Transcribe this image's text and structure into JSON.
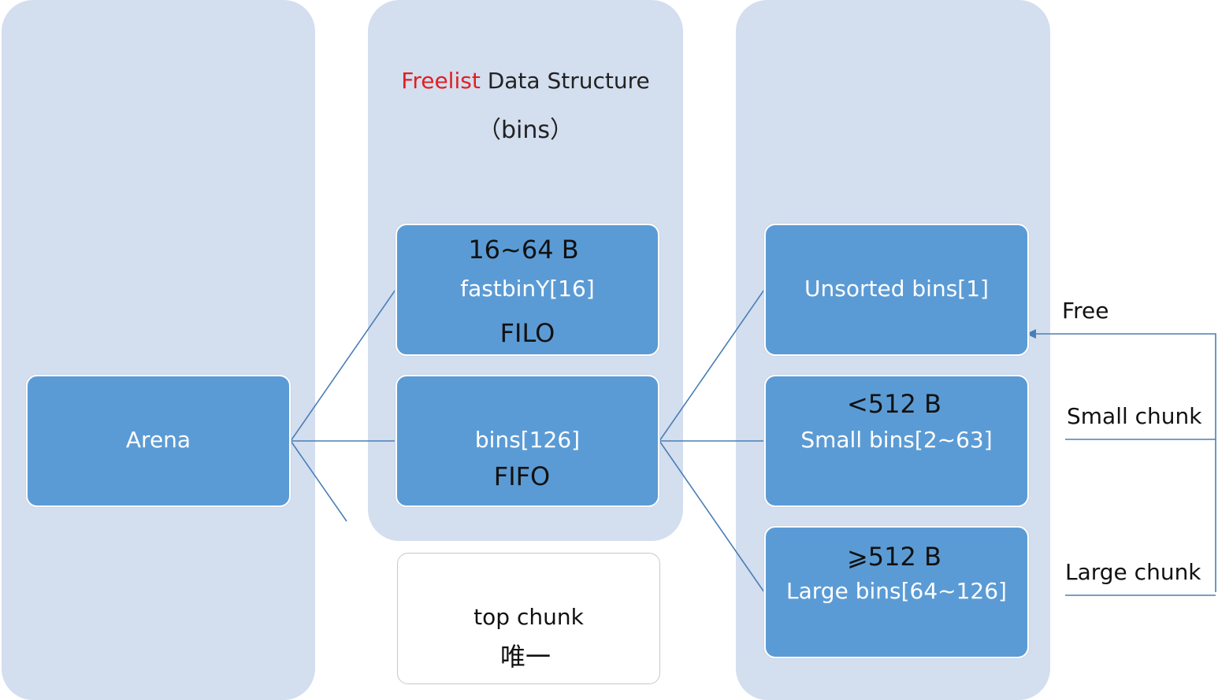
{
  "diagram": {
    "title": {
      "highlight": "Freelist",
      "rest": " Data Structure",
      "sub": "（bins）"
    },
    "arena": {
      "label": "Arena"
    },
    "fastbin": {
      "size": "16~64 B",
      "name": "fastbinY[16]",
      "order": "FILO"
    },
    "bins": {
      "name": "bins[126]",
      "order": "FIFO"
    },
    "top_chunk": {
      "label": "top chunk",
      "note": "唯一"
    },
    "unsorted": {
      "name": "Unsorted bins[1]"
    },
    "small": {
      "size": "<512 B",
      "name": "Small bins[2~63]"
    },
    "large": {
      "size": "⩾512 B",
      "name": "Large bins[64~126]"
    },
    "side": {
      "free": "Free",
      "small_chunk": "Small chunk",
      "large_chunk": "Large chunk"
    }
  },
  "colors": {
    "column_bg": "#d3deef",
    "box_fill": "#5b9bd5",
    "line": "#4a7fb5",
    "highlight": "#e02020"
  }
}
